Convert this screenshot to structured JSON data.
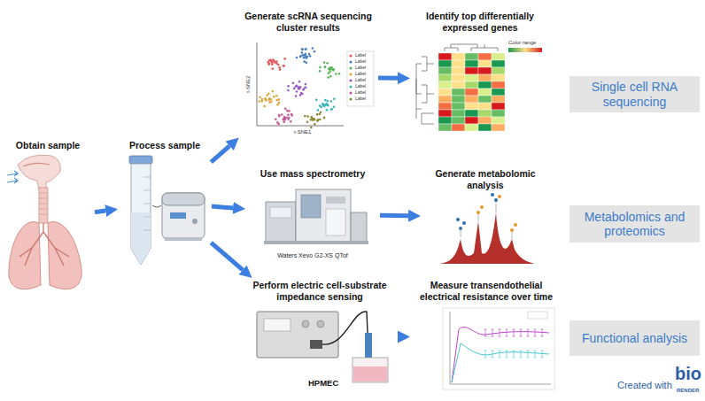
{
  "diagram": {
    "nodes": [
      {
        "text": [
          "Obtain sample"
        ]
      },
      {
        "text": [
          "Process sample"
        ]
      },
      {
        "text": [
          "Generate scRNA sequencing cluster results"
        ]
      },
      {
        "text": [
          "Identify top differentially expressed genes"
        ]
      },
      {
        "text": [
          "Use mass spectrometry",
          "Waters Xevo G2-XS QTof"
        ]
      },
      {
        "text": [
          "Generate metabolomic analysis"
        ]
      },
      {
        "text": [
          "Perform electric cell-substrate impedance sensing",
          "HPMEC"
        ]
      },
      {
        "text": [
          "Measure transendothelial electrical resistance over time"
        ]
      },
      {
        "text": [
          "Single cell RNA sequencing"
        ]
      },
      {
        "text": [
          "Metabolomics and proteomics"
        ]
      },
      {
        "text": [
          "Functional analysis"
        ]
      }
    ],
    "edges": [
      {
        "from": 0,
        "to": 1,
        "arrow": "to"
      },
      {
        "from": 1,
        "to": 2,
        "arrow": "to"
      },
      {
        "from": 1,
        "to": 4,
        "arrow": "to"
      },
      {
        "from": 1,
        "to": 6,
        "arrow": "to"
      },
      {
        "from": 2,
        "to": 3,
        "arrow": "to"
      },
      {
        "from": 4,
        "to": 5,
        "arrow": "to"
      },
      {
        "from": 6,
        "to": 7,
        "arrow": "to"
      }
    ],
    "labels": [
      "t-SNE1",
      "t-SNE2",
      "Color range",
      "Created with",
      "bio",
      "RENDER",
      "Label",
      "Label",
      "Label",
      "Label",
      "Label",
      "Label",
      "Label",
      "Label"
    ]
  }
}
